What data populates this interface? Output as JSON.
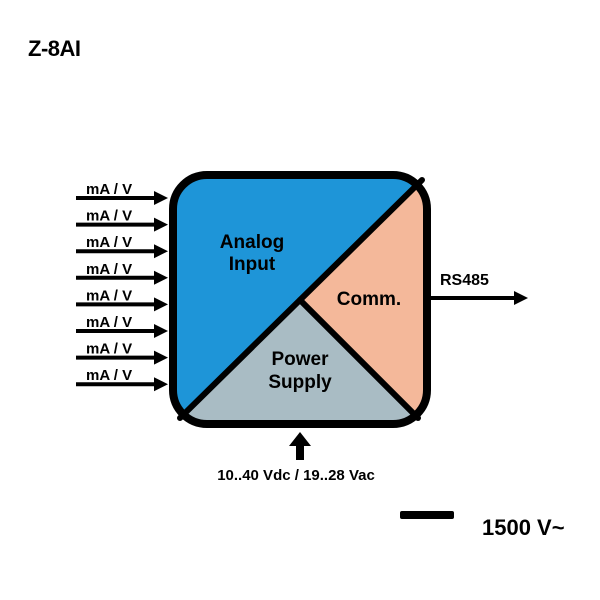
{
  "title": "Z-8AI",
  "inputs": {
    "labels": [
      "mA / V",
      "mA / V",
      "mA / V",
      "mA / V",
      "mA / V",
      "mA / V",
      "mA / V",
      "mA / V"
    ]
  },
  "blocks": {
    "analog_input": [
      "Analog",
      "Input"
    ],
    "comm": "Comm.",
    "power_supply": [
      "Power",
      "Supply"
    ]
  },
  "output": {
    "label": "RS485"
  },
  "power_input": {
    "label": "10..40 Vdc / 19..28 Vac"
  },
  "isolation": {
    "label": "1500 V~"
  },
  "colors": {
    "analog_input": "#1e95d8",
    "comm": "#f4b89a",
    "power_supply": "#a9bcc4",
    "outline": "#000000"
  }
}
